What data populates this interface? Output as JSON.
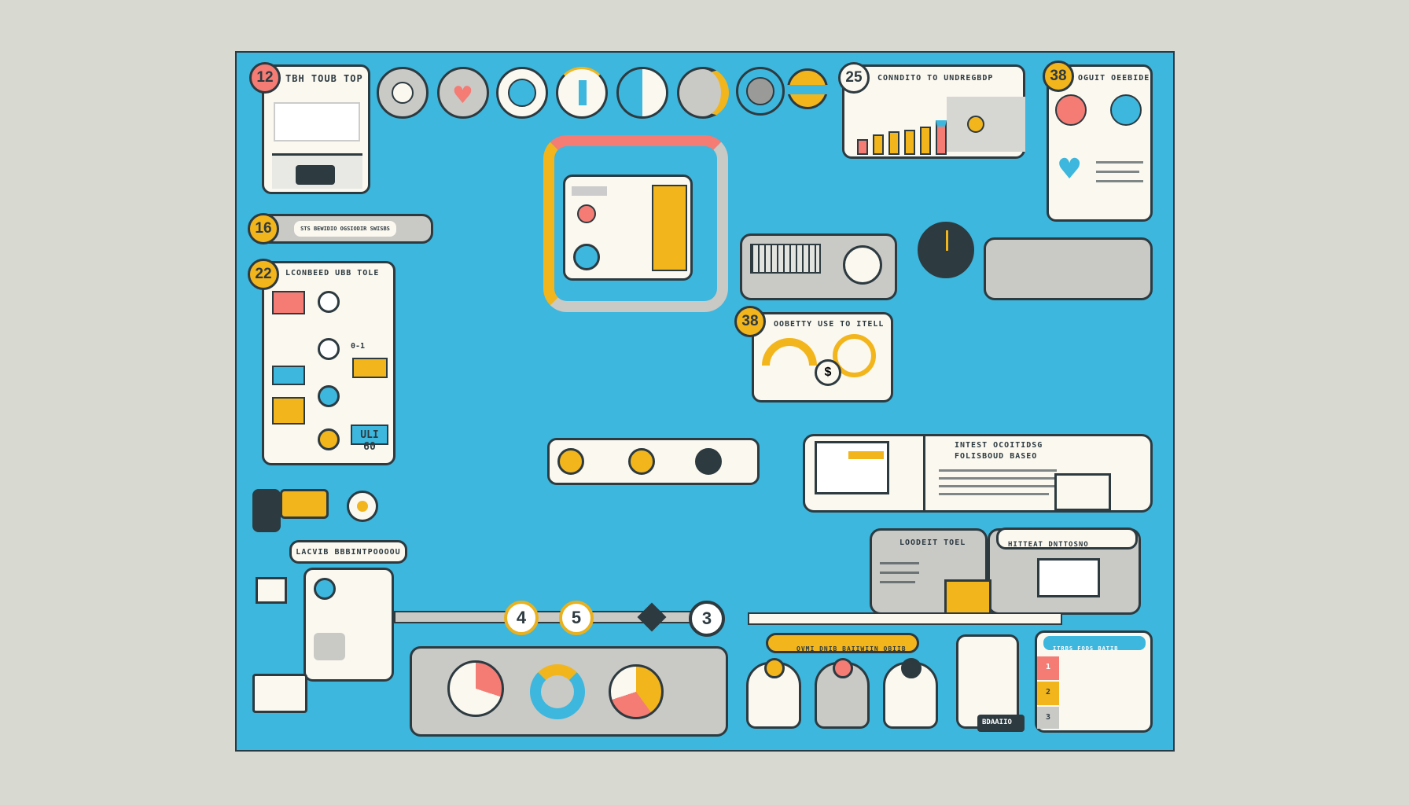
{
  "colors": {
    "background": "#d8dad2",
    "board": "#3db7dd",
    "outline": "#2d3a40",
    "coral": "#f47c74",
    "yellow": "#f2b51c",
    "cream": "#fbf8ef",
    "grey": "#c9c9c6"
  },
  "panels": {
    "tour": {
      "badge": "12",
      "title": "TBH TOUB TOP"
    },
    "search": {
      "badge": "16",
      "title": "STS BEWIDIO OGSIODIR SWISBS"
    },
    "tools": {
      "badge": "22",
      "title": "LCONBEED UBB TOLE",
      "value_a": "ULI 60",
      "value_b": "0-1"
    },
    "connect": {
      "badge": "25",
      "title": "CONNDITO TO UNDREGBDP"
    },
    "guide": {
      "badge": "38",
      "title": "OGUIT OEEBIDE"
    },
    "usage": {
      "badge": "38",
      "title": "OOBETTY USE TO ITELL"
    },
    "launch": {
      "title": "LACVIB BBBINTPOOOOU"
    },
    "logic": {
      "title": "LOODEIT TOEL"
    },
    "http": {
      "title": "HITTEAT DNTTOSNO"
    },
    "intest": {
      "title": "INTEST OCOITIDSG",
      "subtitle": "FOLISBOUD BASEO"
    },
    "ovmi": {
      "title": "OVMI DNIB BAIIWIIN OBIIB"
    },
    "note": {
      "label": "BDAAIIO"
    },
    "list": {
      "title": "ITRBS FODS BATIB",
      "items": [
        "1",
        "2",
        "3"
      ]
    }
  },
  "steps": [
    "4",
    "5",
    "3"
  ],
  "markers": {
    "dollar": "$"
  }
}
